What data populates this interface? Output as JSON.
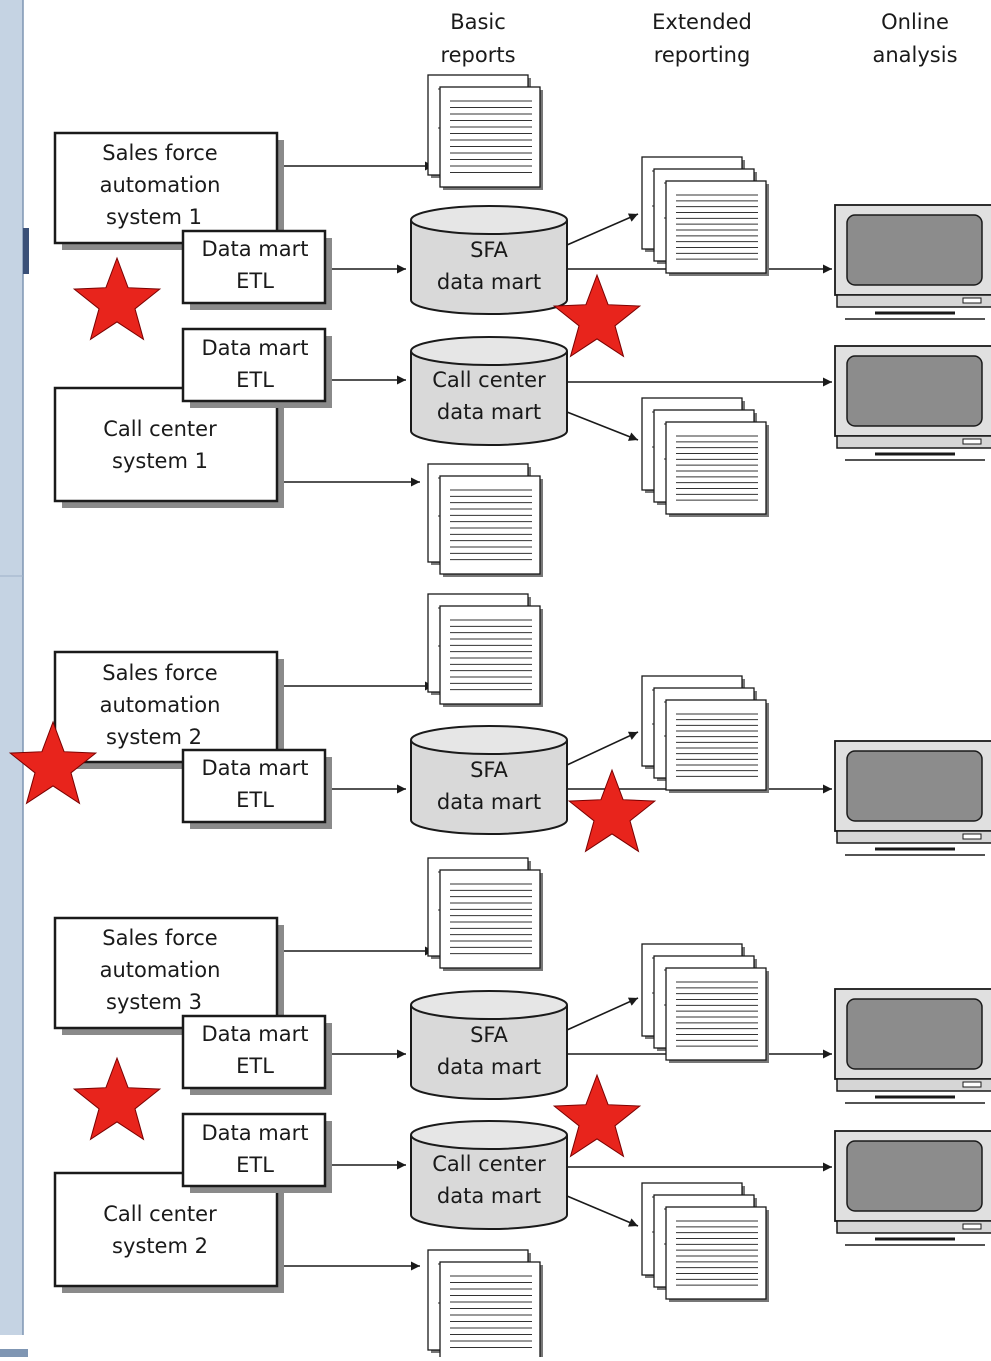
{
  "headers": {
    "basic": [
      "Basic",
      "reports"
    ],
    "extended": [
      "Extended",
      "reporting"
    ],
    "online": [
      "Online",
      "analysis"
    ]
  },
  "sources": {
    "sfa1": [
      "Sales force",
      "automation",
      "system 1"
    ],
    "cc1": [
      "Call center",
      "system 1"
    ],
    "sfa2": [
      "Sales force",
      "automation",
      "system 2"
    ],
    "sfa3": [
      "Sales force",
      "automation",
      "system 3"
    ],
    "cc2": [
      "Call center",
      "system 2"
    ]
  },
  "etl": [
    "Data mart",
    "ETL"
  ],
  "marts": {
    "sfa": [
      "SFA",
      "data mart"
    ],
    "callcenter": [
      "Call center",
      "data mart"
    ]
  },
  "colors": {
    "star": "#e8241c",
    "sidebar": "#c5d3e3",
    "cylinder_fill": "#d9d9d9",
    "monitor_screen": "#8c8c8c"
  },
  "icons": {
    "report": "report-stack-icon",
    "monitor": "computer-monitor-icon",
    "star": "red-star-icon"
  }
}
